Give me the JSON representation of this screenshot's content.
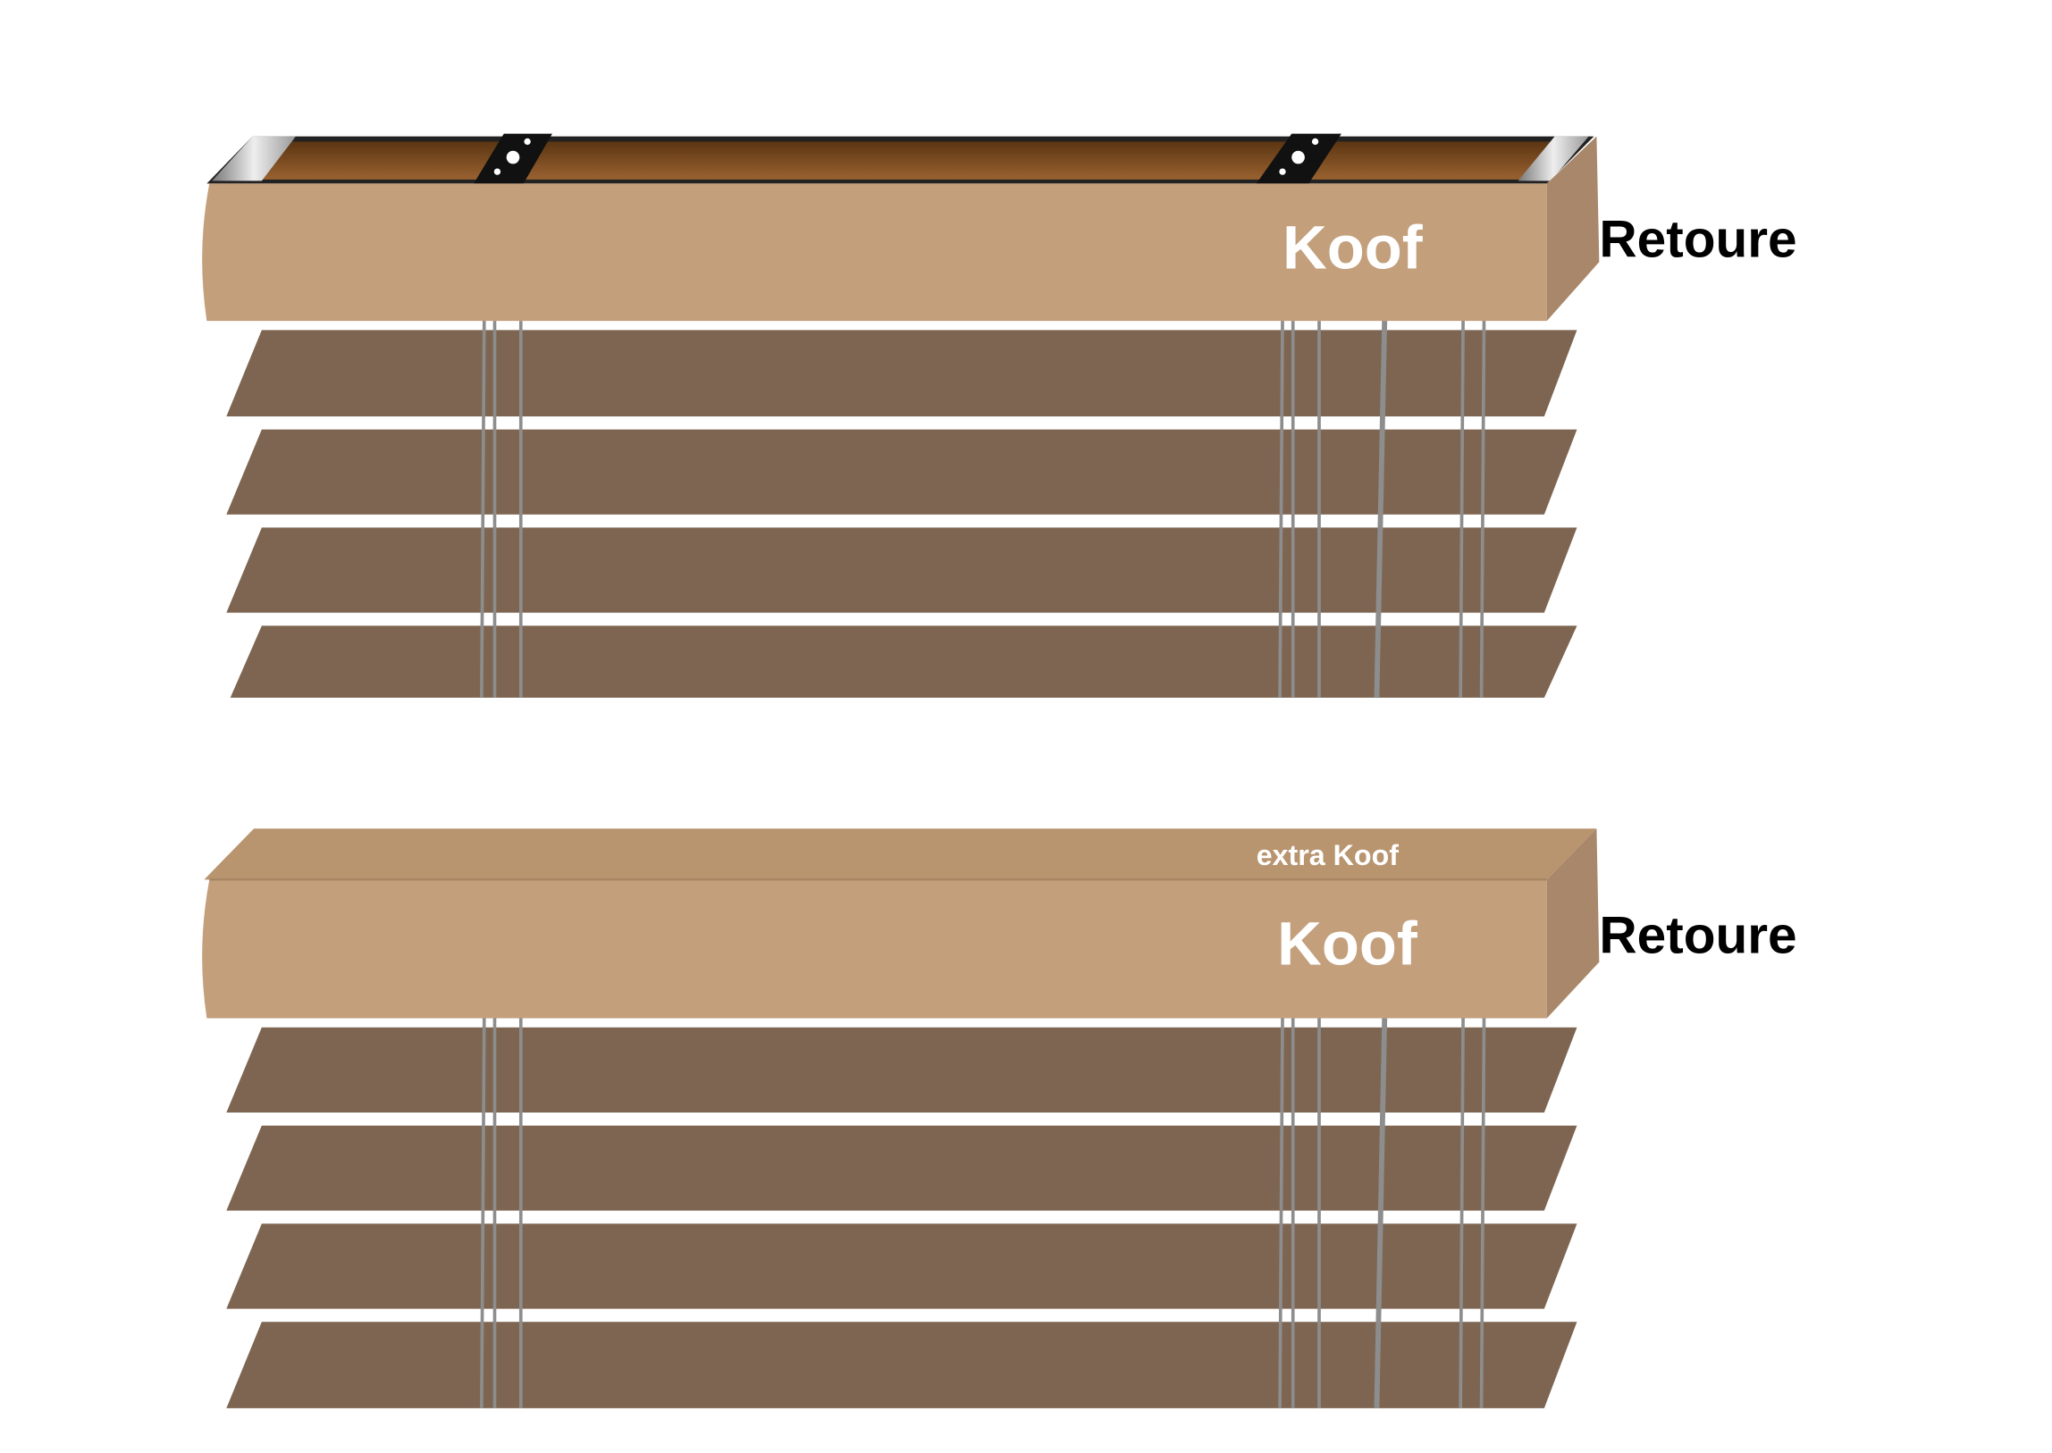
{
  "diagrams": [
    {
      "valance_label": "Koof",
      "return_label": "Retoure"
    },
    {
      "extra_label": "extra Koof",
      "valance_label": "Koof",
      "return_label": "Retoure"
    }
  ],
  "colors": {
    "valance": "#c39f7c",
    "valance_side": "#a9876a",
    "slat": "#7d6551",
    "interior": "#7a4a1f",
    "cord": "#8d8d8d"
  }
}
